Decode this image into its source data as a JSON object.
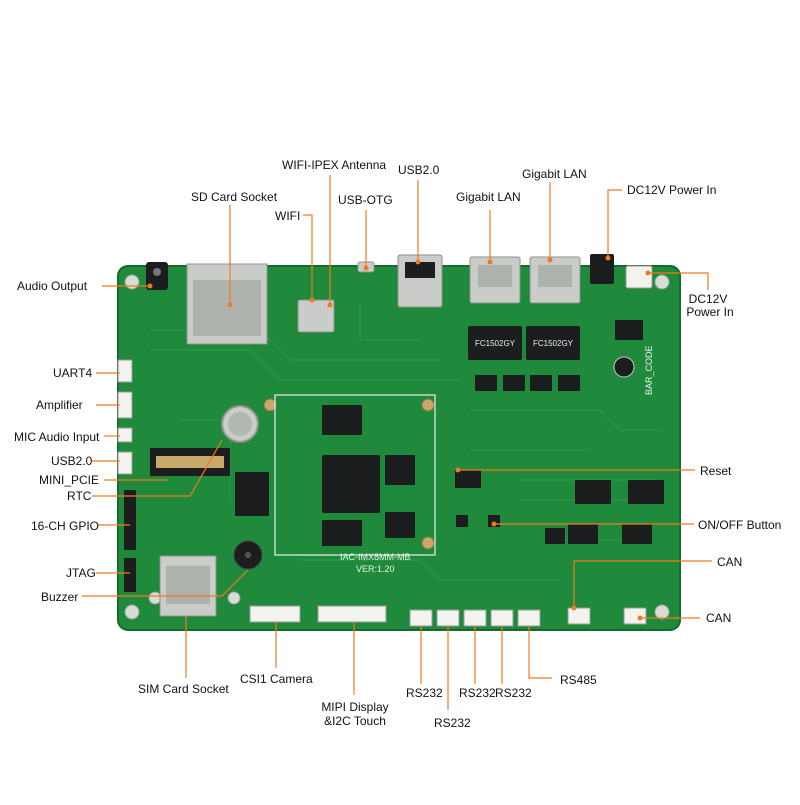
{
  "colors": {
    "pcb": "#1f8a3c",
    "pcb_dark": "#176e2f",
    "trace": "#2aa04a",
    "leader": "#f07a1f",
    "silkscreen": "#e9f3e9",
    "chip": "#1b1d1f",
    "metal": "#c9ccc8",
    "connector_white": "#f2f2ee"
  },
  "board": {
    "silk_model": "IAC-IMX8MM-MB",
    "silk_version": "VER:1.20",
    "silk_barcode": "BAR_CODE",
    "chip_a_brand": "FC1502GY",
    "chip_b_brand": "FC1502GY"
  },
  "labels": {
    "wifi_ipex_antenna": "WIFI-IPEX Antenna",
    "usb20_top": "USB2.0",
    "gigabit_lan_right": "Gigabit LAN",
    "dc12v_power_in_top": "DC12V Power In",
    "sd_card_socket": "SD Card Socket",
    "usb_otg": "USB-OTG",
    "gigabit_lan_left": "Gigabit LAN",
    "wifi": "WIFI",
    "audio_output": "Audio Output",
    "dc12v_line1": "DC12V",
    "dc12v_line2": "Power In",
    "uart4": "UART4",
    "amplifier": "Amplifier",
    "mic_audio_in": "MIC Audio Input",
    "usb20_left": "USB2.0",
    "reset": "Reset",
    "mini_pcie": "MINI_PCIE",
    "rtc": "RTC",
    "gpio16": "16-CH GPIO",
    "onoff_button": "ON/OFF Button",
    "can_upper": "CAN",
    "jtag": "JTAG",
    "buzzer": "Buzzer",
    "can_lower": "CAN",
    "csi1_camera": "CSI1 Camera",
    "sim_card_socket": "SIM Card Socket",
    "mipi_line1": "MIPI Display",
    "mipi_line2": "&I2C Touch",
    "rs232_a": "RS232",
    "rs232_b": "RS232",
    "rs232_c": "RS232",
    "rs232_d": "RS232",
    "rs485": "RS485"
  }
}
